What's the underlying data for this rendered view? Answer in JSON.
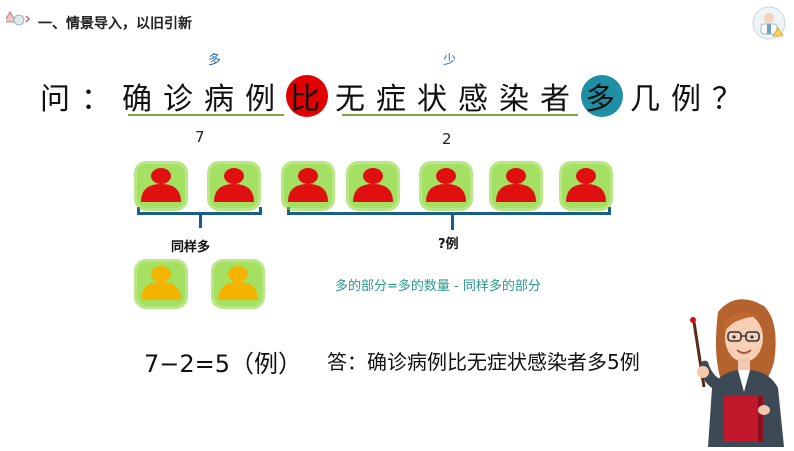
{
  "header": {
    "title": "一、情景导入，以旧引新"
  },
  "hints": {
    "more": "多",
    "less": "少"
  },
  "question": {
    "chars": [
      "问",
      "：",
      "确",
      "诊",
      "病",
      "例",
      "比",
      "无",
      "症",
      "状",
      "感",
      "染",
      "者",
      "多",
      "几",
      "例",
      "？"
    ],
    "highlight_compare": "比",
    "highlight_more": "多"
  },
  "counts": {
    "confirmed": "7",
    "asymptomatic": "2"
  },
  "labels": {
    "same_amount": "同样多",
    "unknown": "?例"
  },
  "formula_note": "多的部分=多的数量 - 同样多的部分",
  "equation": "7−2=5（例）",
  "answer": "答：确诊病例比无症状感染者多5例",
  "colors": {
    "red_person": "#e01010",
    "yellow_person": "#f2b400",
    "glow": "#7fd321",
    "bracket": "#1a5c8a",
    "compare_circle": "#e00000",
    "more_circle": "#1f8fa6"
  }
}
